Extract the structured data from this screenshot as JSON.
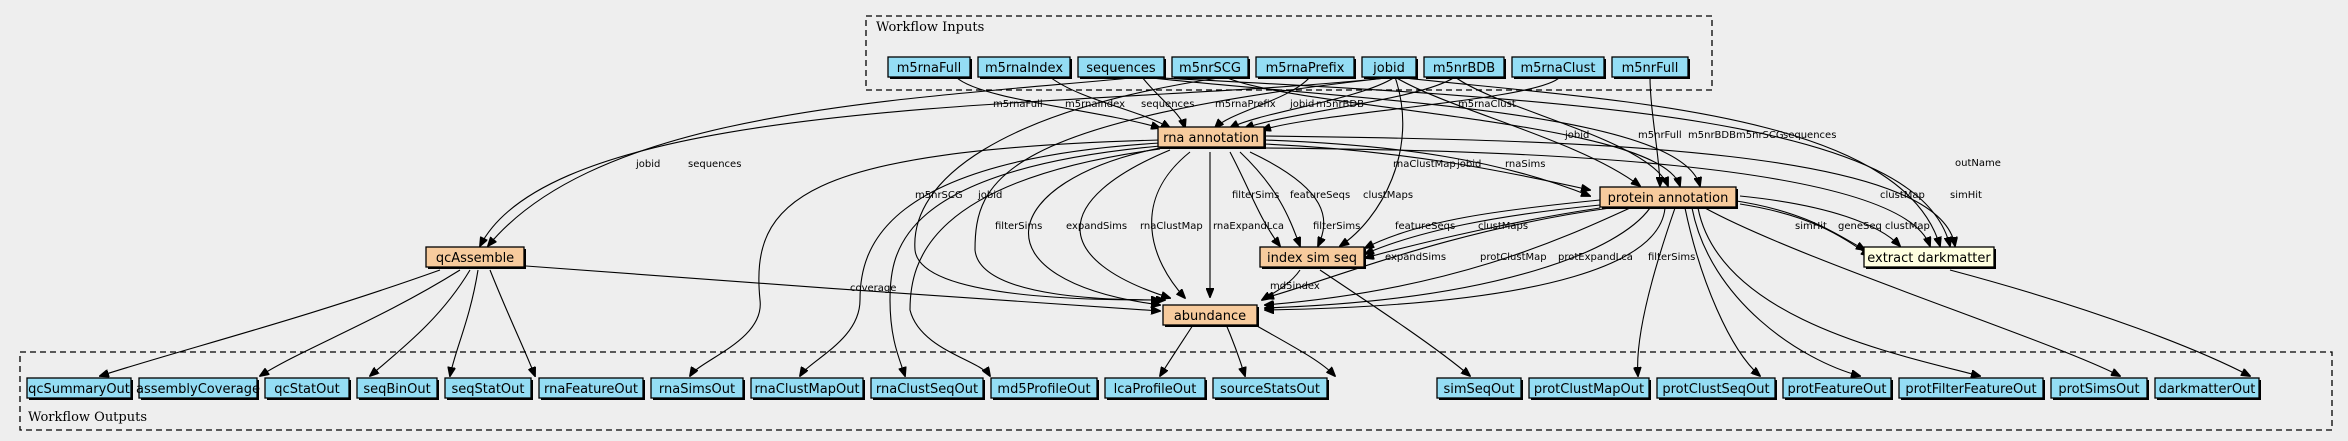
{
  "clusters": {
    "inputs_label": "Workflow Inputs",
    "outputs_label": "Workflow Outputs"
  },
  "inputs": [
    {
      "id": "m5rnaFull",
      "label": "m5rnaFull"
    },
    {
      "id": "m5rnaIndex",
      "label": "m5rnaIndex"
    },
    {
      "id": "sequences",
      "label": "sequences"
    },
    {
      "id": "m5nrSCG",
      "label": "m5nrSCG"
    },
    {
      "id": "m5rnaPrefix",
      "label": "m5rnaPrefix"
    },
    {
      "id": "jobid",
      "label": "jobid"
    },
    {
      "id": "m5nrBDB",
      "label": "m5nrBDB"
    },
    {
      "id": "m5rnaClust",
      "label": "m5rnaClust"
    },
    {
      "id": "m5nrFull",
      "label": "m5nrFull"
    }
  ],
  "steps": [
    {
      "id": "rna",
      "label": "rna annotation"
    },
    {
      "id": "protein",
      "label": "protein annotation"
    },
    {
      "id": "qc",
      "label": "qcAssemble"
    },
    {
      "id": "index",
      "label": "index sim seq"
    },
    {
      "id": "darkmatter",
      "label": "extract darkmatter"
    },
    {
      "id": "abundance",
      "label": "abundance"
    }
  ],
  "outputs": [
    {
      "id": "qcSummaryOut",
      "label": "qcSummaryOut"
    },
    {
      "id": "assemblyCoverage",
      "label": "assemblyCoverage"
    },
    {
      "id": "qcStatOut",
      "label": "qcStatOut"
    },
    {
      "id": "seqBinOut",
      "label": "seqBinOut"
    },
    {
      "id": "seqStatOut",
      "label": "seqStatOut"
    },
    {
      "id": "rnaFeatureOut",
      "label": "rnaFeatureOut"
    },
    {
      "id": "rnaSimsOut",
      "label": "rnaSimsOut"
    },
    {
      "id": "rnaClustMapOut",
      "label": "rnaClustMapOut"
    },
    {
      "id": "rnaClustSeqOut",
      "label": "rnaClustSeqOut"
    },
    {
      "id": "md5ProfileOut",
      "label": "md5ProfileOut"
    },
    {
      "id": "lcaProfileOut",
      "label": "lcaProfileOut"
    },
    {
      "id": "sourceStatsOut",
      "label": "sourceStatsOut"
    },
    {
      "id": "simSeqOut",
      "label": "simSeqOut"
    },
    {
      "id": "protClustMapOut",
      "label": "protClustMapOut"
    },
    {
      "id": "protClustSeqOut",
      "label": "protClustSeqOut"
    },
    {
      "id": "protFeatureOut",
      "label": "protFeatureOut"
    },
    {
      "id": "protFilterFeatureOut",
      "label": "protFilterFeatureOut"
    },
    {
      "id": "protSimsOut",
      "label": "protSimsOut"
    },
    {
      "id": "darkmatterOut",
      "label": "darkmatterOut"
    }
  ],
  "edge_labels": {
    "m5rnaFull": "m5rnaFull",
    "m5rnaIndex": "m5rnaIndex",
    "sequences": "sequences",
    "m5rnaPrefix": "m5rnaPrefix",
    "jobid": "jobid",
    "m5nrBDB": "m5nrBDB",
    "m5rnaClust": "m5rnaClust",
    "m5nrFull": "m5nrFull",
    "m5nrSCG": "m5nrSCG",
    "outName": "outName",
    "rnaClustMap": "rnaClustMap",
    "rnaSims": "rnaSims",
    "clustMap": "clustMap",
    "simHit": "simHit",
    "filterSims": "filterSims",
    "featureSeqs": "featureSeqs",
    "clustMaps": "clustMaps",
    "expandSims": "expandSims",
    "rnaClustMap2": "rnaClustMap",
    "rnaExpandLca": "rnaExpandLca",
    "md5index": "md5index",
    "coverage": "coverage",
    "protClustMap": "protClustMap",
    "protExpandLca": "protExpandLca",
    "geneSeq": "geneSeq"
  }
}
